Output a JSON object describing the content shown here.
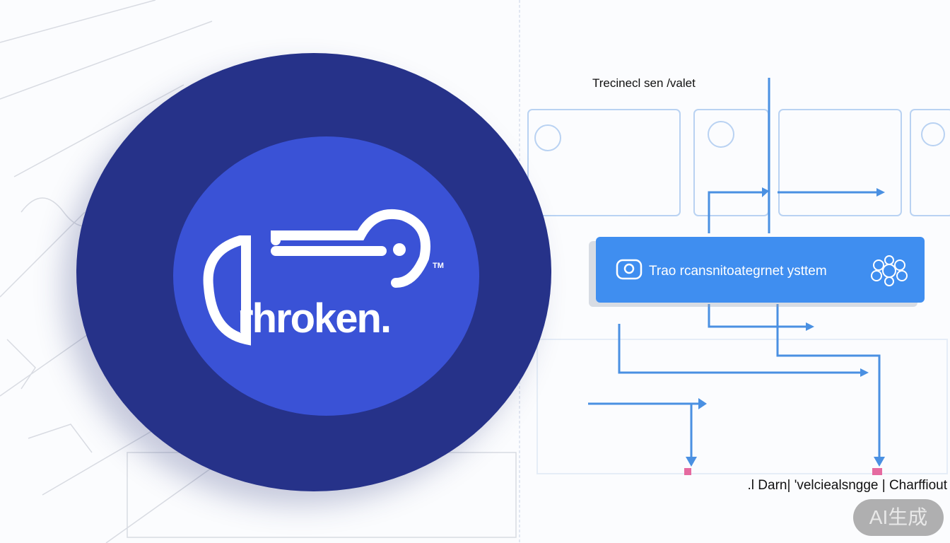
{
  "logo": {
    "text": "rhroken.",
    "trademark": "TM"
  },
  "diagram": {
    "title": "Trecinecl sen /valet",
    "banner": {
      "label": "Trao rcansnitoategrnet ysttem",
      "left_icon": "camera-icon",
      "right_icon": "network-cluster-icon"
    },
    "footer": ".l Darn| 'velciealsngge | Charffiout"
  },
  "watermark": "AI生成",
  "colors": {
    "outer_circle": "#263289",
    "inner_circle": "#3a52d6",
    "banner": "#3f8ef0",
    "arrow": "#4a90e2"
  }
}
